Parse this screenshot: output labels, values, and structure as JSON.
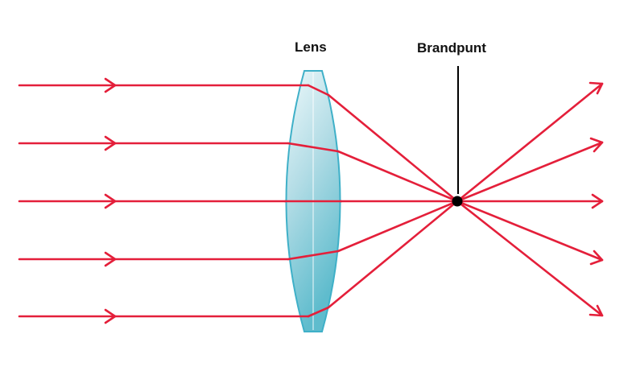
{
  "labels": {
    "lens": "Lens",
    "focal_point": "Brandpunt"
  },
  "colors": {
    "ray": "#e41f3a",
    "lens_fill_light": "#d9f0f4",
    "lens_fill_mid": "#a9d8e2",
    "lens_fill_dark": "#6cc0d0",
    "lens_stroke": "#3fb0c8",
    "focal_point": "#000000",
    "pointer_line": "#000000",
    "background": "#ffffff"
  },
  "diagram": {
    "incoming_ray_count": 5,
    "outgoing_ray_count": 5
  }
}
